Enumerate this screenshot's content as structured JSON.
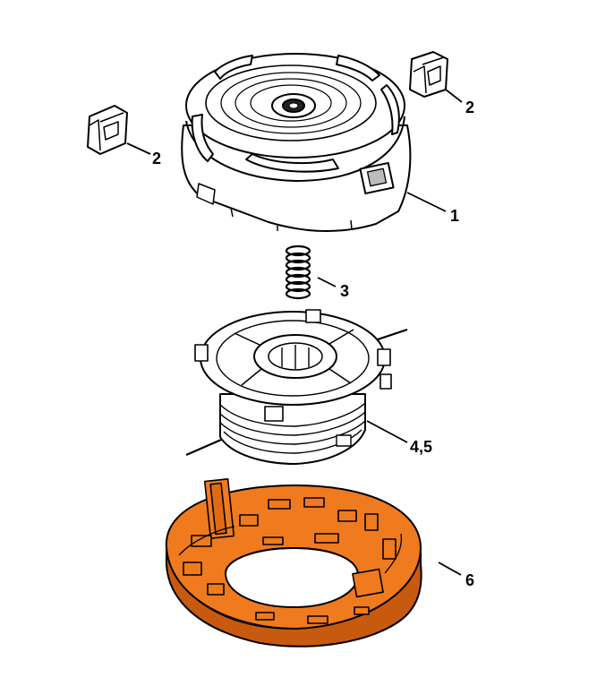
{
  "diagram": {
    "callouts": [
      {
        "id": "c1",
        "label": "1"
      },
      {
        "id": "c2a",
        "label": "2"
      },
      {
        "id": "c2b",
        "label": "2"
      },
      {
        "id": "c3",
        "label": "3"
      },
      {
        "id": "c45",
        "label": "4,5"
      },
      {
        "id": "c6",
        "label": "6"
      }
    ],
    "colors": {
      "line": "#000000",
      "part_fill": "#ffffff",
      "shade": "#d9d9d9",
      "highlight": "#f07a1e",
      "highlight_dark": "#c85a10"
    }
  }
}
